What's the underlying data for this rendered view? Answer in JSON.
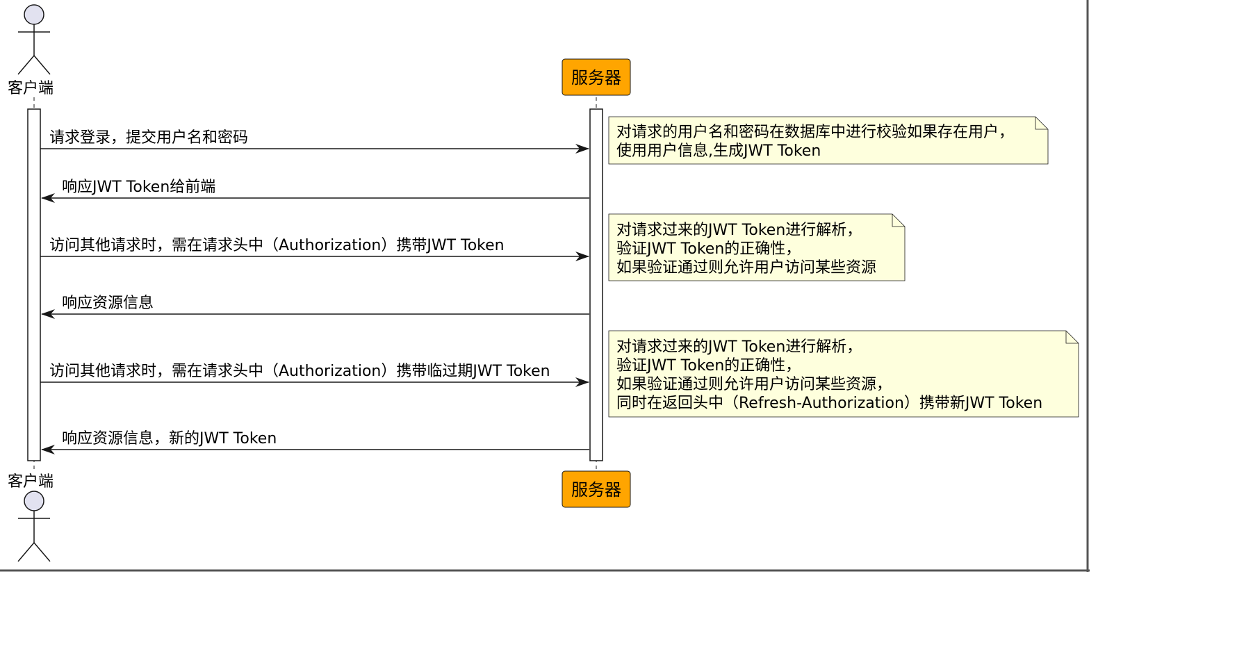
{
  "participants": {
    "client": "客户端",
    "server": "服务器"
  },
  "messages": [
    {
      "from": "client",
      "to": "server",
      "text": "请求登录，提交用户名和密码"
    },
    {
      "from": "server",
      "to": "client",
      "text": "响应JWT Token给前端"
    },
    {
      "from": "client",
      "to": "server",
      "text": "访问其他请求时，需在请求头中（Authorization）携带JWT Token"
    },
    {
      "from": "server",
      "to": "client",
      "text": "响应资源信息"
    },
    {
      "from": "client",
      "to": "server",
      "text": "访问其他请求时，需在请求头中（Authorization）携带临过期JWT Token"
    },
    {
      "from": "server",
      "to": "client",
      "text": "响应资源信息，新的JWT Token"
    }
  ],
  "notes": [
    {
      "lines": [
        "对请求的用户名和密码在数据库中进行校验如果存在用户，",
        "使用用户信息,生成JWT Token"
      ]
    },
    {
      "lines": [
        "对请求过来的JWT Token进行解析，",
        "验证JWT Token的正确性，",
        "如果验证通过则允许用户访问某些资源"
      ]
    },
    {
      "lines": [
        "对请求过来的JWT Token进行解析，",
        "验证JWT Token的正确性，",
        "如果验证通过则允许用户访问某些资源，",
        "同时在返回头中（Refresh-Authorization）携带新JWT Token"
      ]
    }
  ],
  "colors": {
    "participant_fill": "#FFA500",
    "note_fill": "#FEFFDD",
    "actor_head_fill": "#E2E2F0",
    "lifeline": "#181818"
  }
}
